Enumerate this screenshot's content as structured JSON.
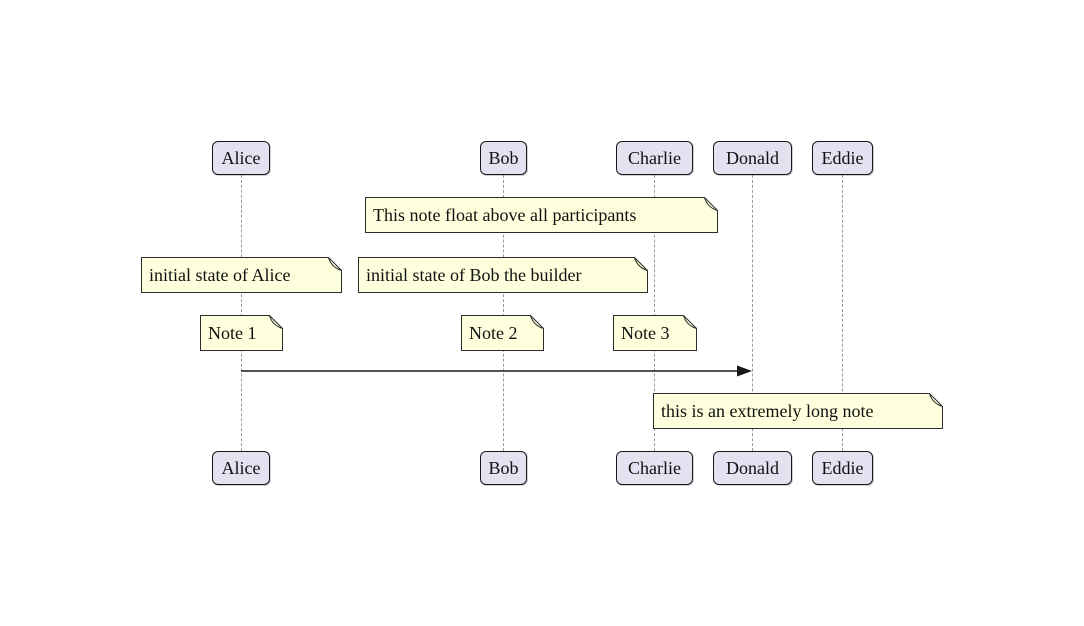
{
  "diagram_type": "sequence-diagram",
  "participants": [
    {
      "name": "Alice"
    },
    {
      "name": "Bob"
    },
    {
      "name": "Charlie"
    },
    {
      "name": "Donald"
    },
    {
      "name": "Eddie"
    }
  ],
  "notes": {
    "floating": {
      "text": "This note float above all participants"
    },
    "alice_initial": {
      "text": "initial state of Alice"
    },
    "bob_initial": {
      "text": "initial state of Bob the builder"
    },
    "note1": {
      "text": "Note 1"
    },
    "note2": {
      "text": "Note 2"
    },
    "note3": {
      "text": "Note 3"
    },
    "long_note": {
      "text": "this is an extremely long note"
    }
  },
  "message": {
    "from": "Alice",
    "to": "Donald",
    "label": ""
  },
  "colors": {
    "background": "#ffffff",
    "participant_fill": "#E2E2F0",
    "participant_border": "#181818",
    "note_fill": "#FEFFDD",
    "note_border": "#2b2b2b",
    "lifeline": "#999999",
    "arrow": "#181818"
  }
}
